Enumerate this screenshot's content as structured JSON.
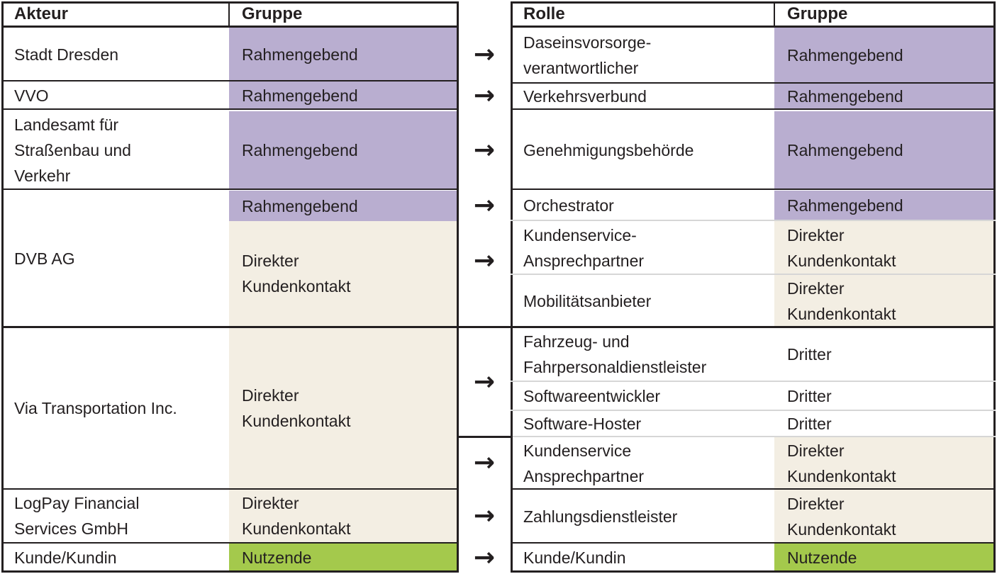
{
  "colors": {
    "rahmengebend": "#b9aed0",
    "direkter_kundenkontakt": "#f3eee3",
    "nutzende": "#a4c94c",
    "dritter": "#ffffff",
    "text": "#231f20"
  },
  "arrow_glyph": "→",
  "actors_table": {
    "headers": {
      "actor": "Akteur",
      "group": "Gruppe"
    },
    "rows": [
      {
        "actor": "Stadt Dresden",
        "group": "Rahmengebend"
      },
      {
        "actor": "VVO",
        "group": "Rahmengebend"
      },
      {
        "actor": "Landesamt für\nStraßenbau und\nVerkehr",
        "group": "Rahmengebend"
      },
      {
        "actor": "DVB AG",
        "group_top": "Rahmengebend",
        "group_bottom": "Direkter\nKundenkontakt"
      },
      {
        "actor": "Via Transportation Inc.",
        "group": "Direkter\nKundenkontakt"
      },
      {
        "actor": "LogPay Financial\nServices GmbH",
        "group": "Direkter\nKundenkontakt"
      },
      {
        "actor": "Kunde/Kundin",
        "group": "Nutzende"
      }
    ]
  },
  "roles_table": {
    "headers": {
      "role": "Rolle",
      "group": "Gruppe"
    },
    "rows": [
      {
        "role": "Daseinsvorsorge-\nverantwortlicher",
        "group": "Rahmengebend"
      },
      {
        "role": "Verkehrsverbund",
        "group": "Rahmengebend"
      },
      {
        "role": "Genehmigungsbehörde",
        "group": "Rahmengebend"
      },
      {
        "role": "Orchestrator",
        "group": "Rahmengebend"
      },
      {
        "role": "Kundenservice-\nAnsprechpartner",
        "group": "Direkter\nKundenkontakt"
      },
      {
        "role": "Mobilitätsanbieter",
        "group": "Direkter\nKundenkontakt"
      },
      {
        "role": "Fahrzeug- und\nFahrpersonaldienstleister",
        "group": "Dritter"
      },
      {
        "role": "Softwareentwickler",
        "group": "Dritter"
      },
      {
        "role": "Software-Hoster",
        "group": "Dritter"
      },
      {
        "role": "Kundenservice\nAnsprechpartner",
        "group": "Direkter\nKundenkontakt"
      },
      {
        "role": "Zahlungsdienstleister",
        "group": "Direkter\nKundenkontakt"
      },
      {
        "role": "Kunde/Kundin",
        "group": "Nutzende"
      }
    ]
  }
}
